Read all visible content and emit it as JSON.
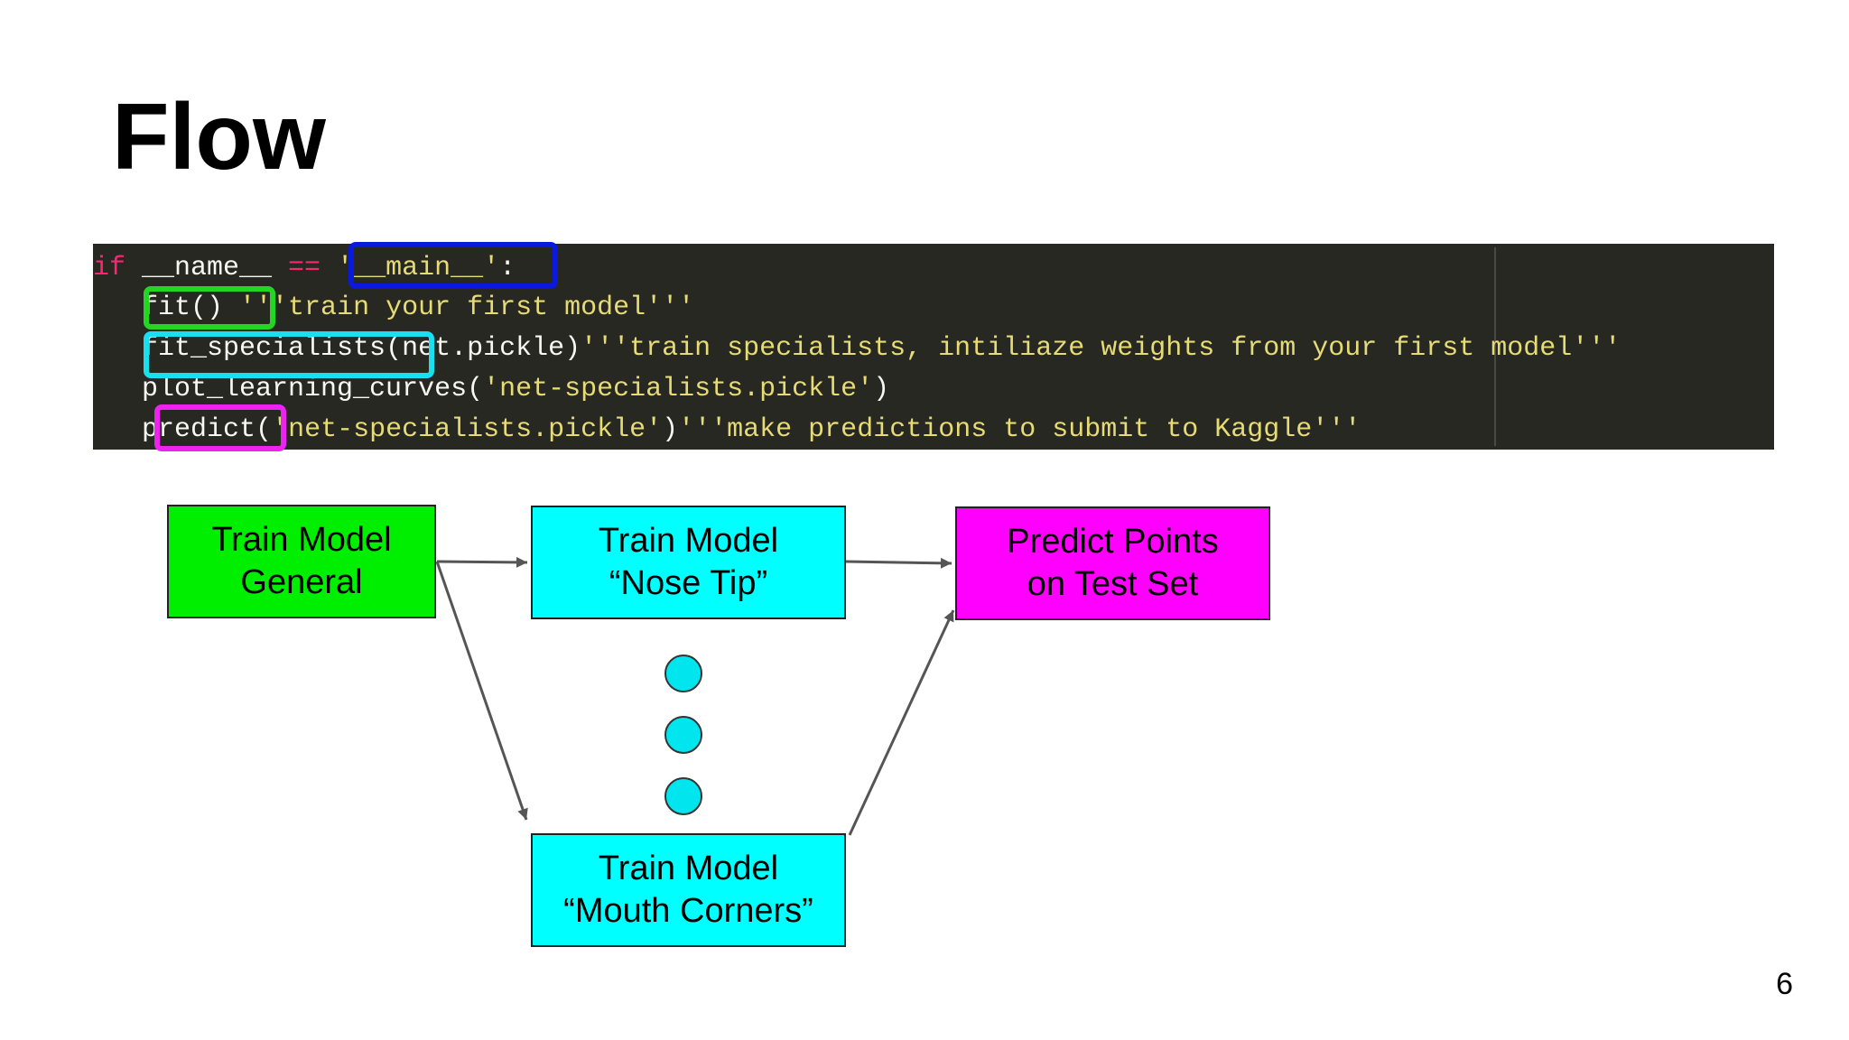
{
  "slide": {
    "title": "Flow",
    "page_number": "6"
  },
  "code": {
    "line1": {
      "kw": "if",
      "mid": " __name__ ",
      "op": "==",
      "sp": " ",
      "str": "'__main__'",
      "end": ":"
    },
    "line2": {
      "indent": "   ",
      "call": "fit()",
      "sp": " ",
      "str": "'''train your first model'''"
    },
    "line3": {
      "indent": "   ",
      "call": "fit_specialists",
      "args": "(net.pickle)",
      "str": "'''train specialists, intiliaze weights from your first model'''"
    },
    "line4": {
      "indent": "   ",
      "call": "plot_learning_curves(",
      "str": "'net-specialists.pickle'",
      "end": ")"
    },
    "line5": {
      "indent": "   ",
      "call": "predict",
      "open": "(",
      "str": "'net-specialists.pickle'",
      "close": ")",
      "doc": "'''make predictions to submit to Kaggle'''"
    }
  },
  "highlight_colors": {
    "main": "#0a1adc",
    "fit": "#22d622",
    "fit_specialists": "#18e0ee",
    "predict": "#ee22ee"
  },
  "flow": {
    "general": {
      "line1": "Train Model",
      "line2": "General",
      "color": "#00ee00"
    },
    "nose": {
      "line1": "Train Model",
      "line2": "“Nose Tip”",
      "color": "#00ffff"
    },
    "mouth": {
      "line1": "Train Model",
      "line2": "“Mouth Corners”",
      "color": "#00ffff"
    },
    "predict": {
      "line1": "Predict Points",
      "line2": "on Test Set",
      "color": "#ff00ff"
    }
  }
}
